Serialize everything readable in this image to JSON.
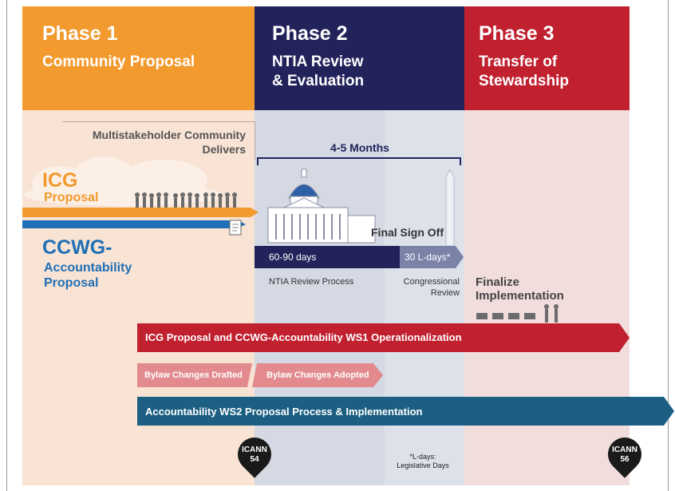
{
  "phases": [
    {
      "title": "Phase 1",
      "subtitle": "Community Proposal",
      "color": "#f29a2e"
    },
    {
      "title": "Phase 2",
      "subtitle": "NTIA Review\n& Evaluation",
      "color": "#23235b"
    },
    {
      "title": "Phase 3",
      "subtitle": "Transfer of\nStewardship",
      "color": "#c1202f"
    }
  ],
  "delivers": "Multistakeholder Community Delivers",
  "icg": {
    "big": "ICG",
    "small": "Proposal"
  },
  "ccwg": {
    "big": "CCWG-",
    "small": "Accountability\nProposal"
  },
  "months": "4-5 Months",
  "final_signoff": "Final Sign Off",
  "timeline": {
    "seg1": "60-90 days",
    "seg2": "30 L-days*",
    "label1": "NTIA Review Process",
    "label2": "Congressional\nReview"
  },
  "finalize": "Finalize\nImplementation",
  "bars": {
    "red": "ICG Proposal and CCWG-Accountability WS1 Operationalization",
    "drafted": "Bylaw Changes Drafted",
    "adopted": "Bylaw Changes Adopted",
    "teal": "Accountability WS2 Proposal Process & Implementation"
  },
  "markers": {
    "icann54": "ICANN\n54",
    "icann56": "ICANN\n56"
  },
  "note": "*L-days:\nLegislative Days",
  "colors": {
    "red_bar": "#c1202f",
    "pink_bar": "#e28a8e",
    "teal_bar": "#1c5f82",
    "navy": "#23235b",
    "blue": "#1f6fb6"
  }
}
